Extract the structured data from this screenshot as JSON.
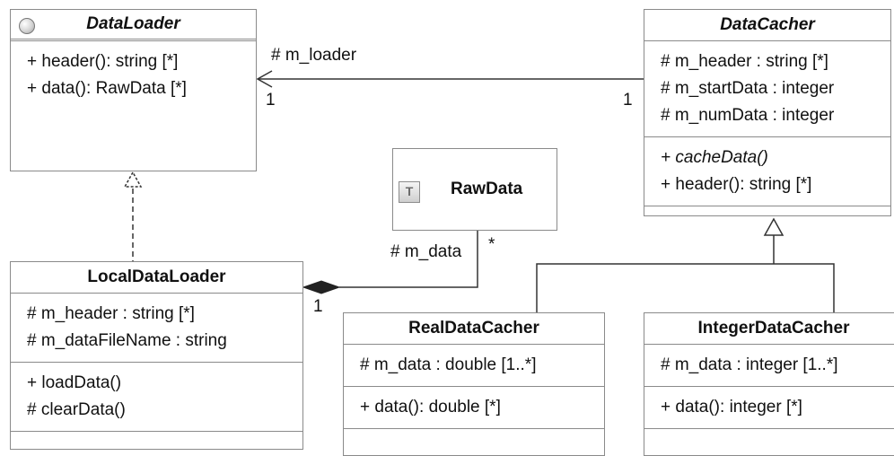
{
  "classes": {
    "data_loader": {
      "name": "DataLoader",
      "operations": [
        "+ header(): string [*]",
        "+ data(): RawData [*]"
      ]
    },
    "data_cacher": {
      "name": "DataCacher",
      "attributes": [
        "# m_header : string [*]",
        "# m_startData : integer",
        "# m_numData : integer"
      ],
      "operations": [
        "+ cacheData()",
        "+ header(): string [*]"
      ]
    },
    "raw_data": {
      "name": "RawData",
      "icon_glyph": "T"
    },
    "local_data_loader": {
      "name": "LocalDataLoader",
      "attributes": [
        "# m_header : string [*]",
        "# m_dataFileName : string"
      ],
      "operations": [
        "+ loadData()",
        "# clearData()"
      ]
    },
    "real_data_cacher": {
      "name": "RealDataCacher",
      "attributes": [
        "# m_data : double [1..*]"
      ],
      "operations": [
        "+ data(): double [*]"
      ]
    },
    "integer_data_cacher": {
      "name": "IntegerDataCacher",
      "attributes": [
        "# m_data : integer [1..*]"
      ],
      "operations": [
        "+ data(): integer [*]"
      ]
    }
  },
  "associations": {
    "loader": {
      "role": "# m_loader",
      "source_multiplicity": "1",
      "target_multiplicity": "1"
    },
    "data": {
      "role": "# m_data",
      "part_multiplicity": "*",
      "whole_multiplicity": "1"
    }
  },
  "colors": {
    "border": "#8a8a8a",
    "line": "#333333",
    "background": "#ffffff",
    "icon": "#d4d4d4"
  },
  "icons": {
    "interface": "interface-circle-icon",
    "datatype": "datatype-t-icon"
  }
}
